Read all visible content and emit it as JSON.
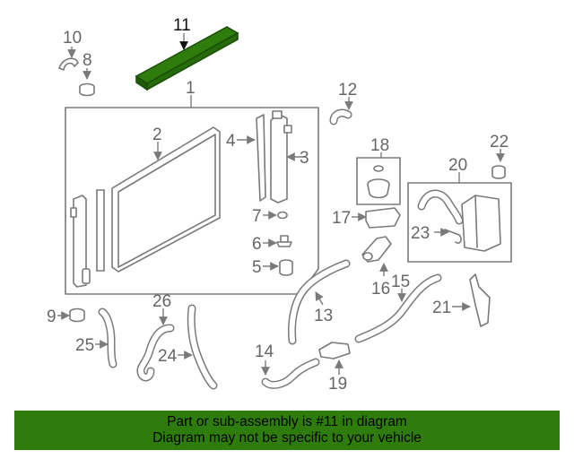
{
  "diagram": {
    "highlight_color": "#2e7d0c",
    "callouts": [
      "1",
      "2",
      "3",
      "4",
      "5",
      "6",
      "7",
      "8",
      "9",
      "10",
      "11",
      "12",
      "13",
      "14",
      "15",
      "16",
      "17",
      "18",
      "19",
      "20",
      "21",
      "22",
      "23",
      "24",
      "25",
      "26"
    ],
    "highlighted_part": "11"
  },
  "footer": {
    "line1": "Part or sub-assembly is #11 in diagram",
    "line2": "Diagram may not be specific to your vehicle",
    "background": "#2e7d0c"
  }
}
